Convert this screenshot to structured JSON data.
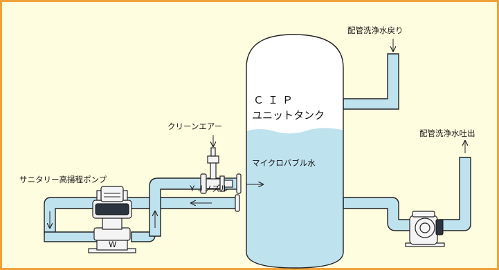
{
  "labels": {
    "return_pipe": "配管洗浄水戻り",
    "tank_line1": "ＣＩＰ",
    "tank_line2": "ユニットタンク",
    "clean_air": "クリーンエアー",
    "microbubble": "マイクロバブル水",
    "discharge_pipe": "配管洗浄水吐出",
    "pump": "サニタリー高揚程ポンプ",
    "nozzle": "ＹＪノズル"
  },
  "colors": {
    "frame_border": "#f0a23a",
    "background": "#fffde0",
    "water": "#bfe2ef"
  }
}
